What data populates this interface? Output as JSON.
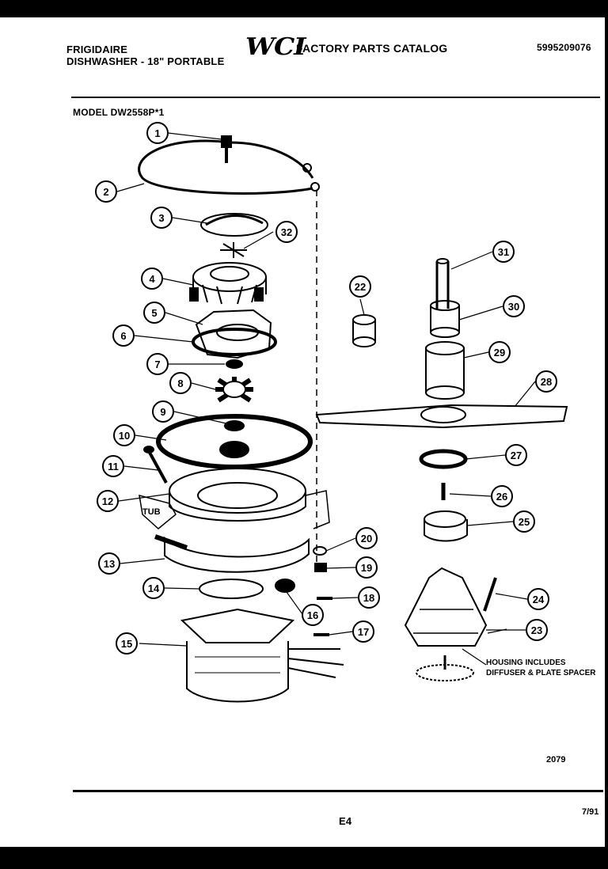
{
  "header": {
    "brand": "FRIGIDAIRE",
    "product": "DISHWASHER - 18\" PORTABLE",
    "logo": "WCI",
    "catalog_title": "FACTORY PARTS CATALOG",
    "catalog_number": "5995209076"
  },
  "model": "MODEL DW2558P*1",
  "diagram": {
    "parts": [
      {
        "number": "1"
      },
      {
        "number": "2"
      },
      {
        "number": "3"
      },
      {
        "number": "4"
      },
      {
        "number": "5"
      },
      {
        "number": "6"
      },
      {
        "number": "7"
      },
      {
        "number": "8"
      },
      {
        "number": "9"
      },
      {
        "number": "10"
      },
      {
        "number": "11"
      },
      {
        "number": "12"
      },
      {
        "number": "13"
      },
      {
        "number": "14"
      },
      {
        "number": "15"
      },
      {
        "number": "16"
      },
      {
        "number": "17"
      },
      {
        "number": "18"
      },
      {
        "number": "19"
      },
      {
        "number": "20"
      },
      {
        "number": "22"
      },
      {
        "number": "23"
      },
      {
        "number": "24"
      },
      {
        "number": "25"
      },
      {
        "number": "26"
      },
      {
        "number": "27"
      },
      {
        "number": "28"
      },
      {
        "number": "29"
      },
      {
        "number": "30"
      },
      {
        "number": "31"
      },
      {
        "number": "32"
      }
    ],
    "tub_label": "TUB",
    "note_line1": "HOUSING INCLUDES",
    "note_line2": "DIFFUSER & PLATE SPACER"
  },
  "footer": {
    "figure_number": "2079",
    "page": "E4",
    "date": "7/91"
  }
}
